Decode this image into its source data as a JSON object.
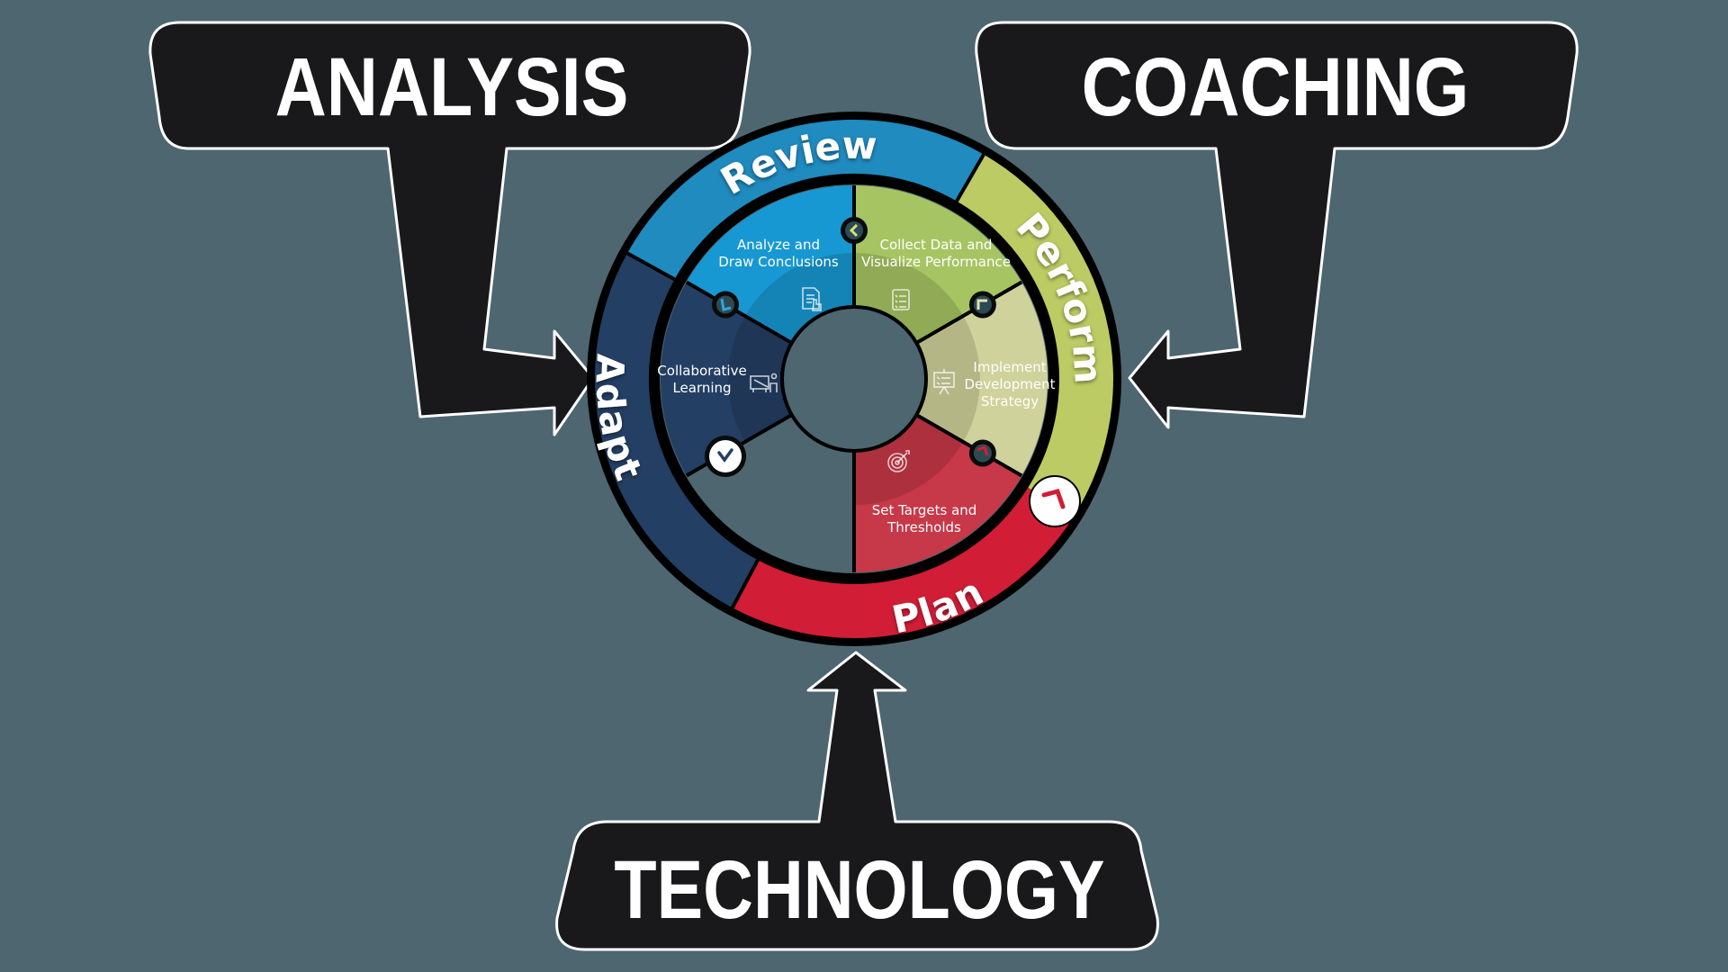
{
  "colors": {
    "background": "#4d6670",
    "pillar_fill": "#19191b",
    "pillar_outline": "#ffffff",
    "review": "#1f8bbf",
    "perform": "#bccb63",
    "plan": "#d21d36",
    "adapt": "#243f64",
    "analyze_segment": "#1798d2",
    "collect_segment": "#a6c462",
    "implement_segment": "#cfd29a",
    "targets_segment": "#c73848",
    "collaborative_segment": "#243f64"
  },
  "pillars": {
    "analysis": {
      "label": "ANALYSIS"
    },
    "coaching": {
      "label": "COACHING"
    },
    "technology": {
      "label": "TECHNOLOGY"
    }
  },
  "cycle": {
    "phases": {
      "review": {
        "label": "Review"
      },
      "perform": {
        "label": "Perform"
      },
      "plan": {
        "label": "Plan"
      },
      "adapt": {
        "label": "Adapt"
      }
    },
    "steps": {
      "analyze": {
        "line1": "Analyze and",
        "line2": "Draw Conclusions",
        "icon": "document-hand-icon"
      },
      "collect": {
        "line1": "Collect Data and",
        "line2": "Visualize Performance",
        "icon": "checklist-icon"
      },
      "implement": {
        "line1": "Implement",
        "line2": "Development",
        "line3": "Strategy",
        "icon": "presentation-board-icon"
      },
      "targets": {
        "line1": "Set Targets and",
        "line2": "Thresholds",
        "icon": "target-icon"
      },
      "collaborative": {
        "line1": "Collaborative",
        "line2": "Learning",
        "icon": "teacher-board-icon"
      }
    }
  }
}
